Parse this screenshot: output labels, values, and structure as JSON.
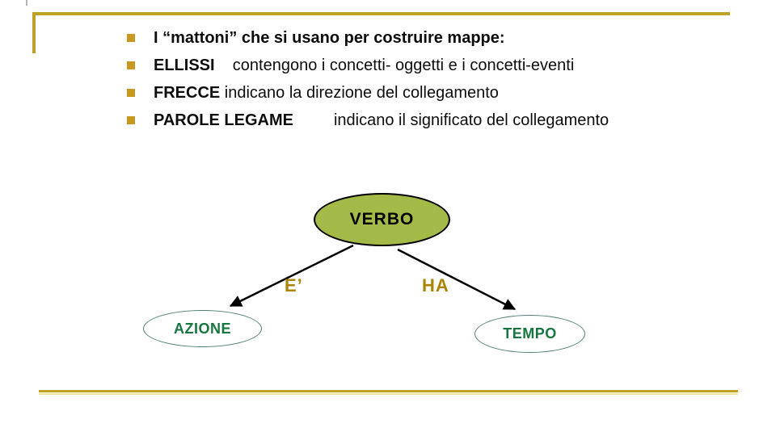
{
  "slide": {
    "colors": {
      "background": "#FFFFFF",
      "accent_gold_rule": "#BFA125",
      "bullet_square_gold": "#C9991F",
      "body_text": "#0D0D0D",
      "root_node_fill": "#A4BA48",
      "root_node_outline": "#000000",
      "edge_label_gold": "#AC8400",
      "leaf_text_green": "#17753F",
      "leaf_outline_teal": "#517E76",
      "arrow_black": "#000000"
    }
  },
  "bullet_list": {
    "items": [
      {
        "lead": "I “mattoni” che si usano per costruire mappe:",
        "rest": ""
      },
      {
        "lead": "ELLISSI",
        "rest": "    contengono i concetti- oggetti e i concetti-eventi"
      },
      {
        "lead": "FRECCE",
        "rest": " indicano la direzione del collegamento"
      },
      {
        "lead": "PAROLE LEGAME",
        "rest": "         indicano il significato del collegamento"
      }
    ]
  },
  "diagram": {
    "root_label": "VERBO",
    "edge_labels": [
      "E’",
      "HA"
    ],
    "leaf_labels": [
      "AZIONE",
      "TEMPO"
    ]
  }
}
